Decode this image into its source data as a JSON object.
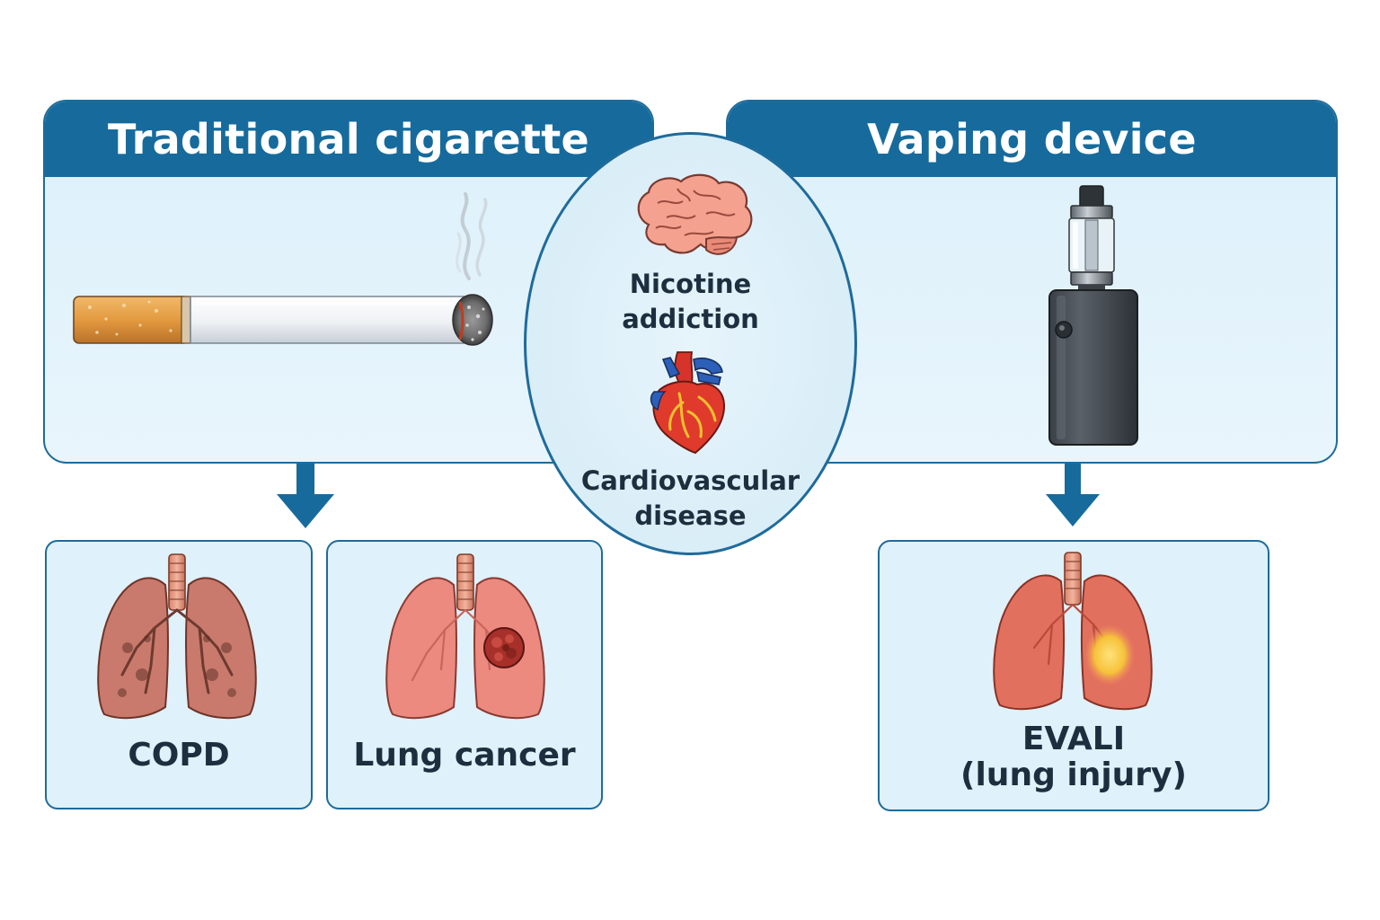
{
  "traditional": {
    "title": "Traditional cigarette"
  },
  "vaping": {
    "title": "Vaping device"
  },
  "shared": {
    "nicotine": [
      "Nicotine",
      "addiction"
    ],
    "cardio": [
      "Cardiovascular",
      "disease"
    ]
  },
  "outcomes": {
    "copd": "COPD",
    "lung_cancer": "Lung cancer",
    "evali": [
      "EVALI",
      "(lung injury)"
    ]
  },
  "colors": {
    "header": "#176b9c",
    "border": "#1f6b9a",
    "panel_fill": "#dcf0fa",
    "arrow": "#176b9c",
    "text": "#1d2e3f"
  }
}
